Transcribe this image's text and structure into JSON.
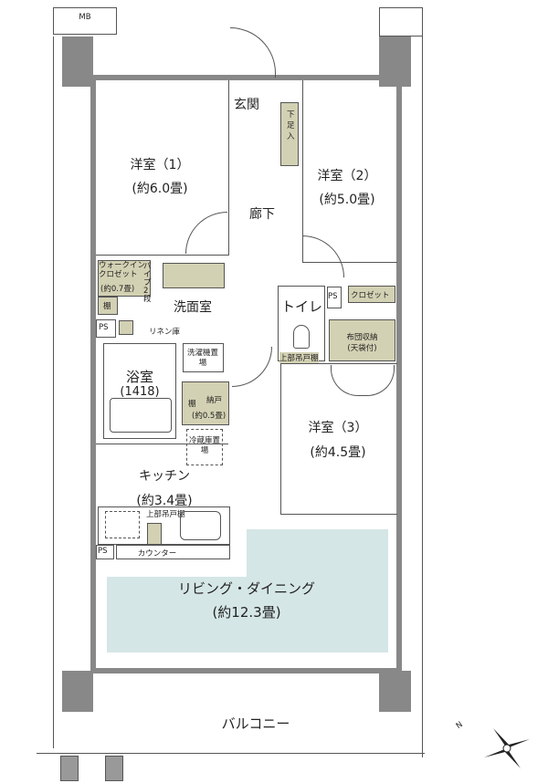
{
  "labels": {
    "mb": "MB",
    "entrance": "玄関",
    "shoe_storage": "下足入",
    "room1_name": "洋室（1）",
    "room1_size": "(約6.0畳)",
    "room2_name": "洋室（2）",
    "room2_size": "(約5.0畳)",
    "corridor": "廊下",
    "walkin_closet": "ウォークイン\nクロゼット",
    "walkin_size": "(約0.7畳)",
    "pipe_space": "パイプ2段",
    "shelf": "棚",
    "washroom": "洗面室",
    "ps": "PS",
    "linen": "リネン庫",
    "laundry": "洗濯機置場",
    "bath_name": "浴室",
    "bath_size": "(1418)",
    "toilet": "トイレ",
    "toilet_shelf": "上部吊戸棚",
    "closet": "クロゼット",
    "futon_storage": "布団収納",
    "futon_note": "(天袋付)",
    "pantry_shelf": "棚",
    "pantry": "納戸",
    "pantry_size": "(約0.5畳)",
    "fridge": "冷蔵庫置場",
    "room3_name": "洋室（3）",
    "room3_size": "(約4.5畳)",
    "kitchen_name": "キッチン",
    "kitchen_size": "(約3.4畳)",
    "kitchen_upper_shelf": "上部吊戸棚",
    "counter": "カウンター",
    "ldk_name": "リビング・ダイニング",
    "ldk_size": "(約12.3畳)",
    "balcony": "バルコニー",
    "north": "N"
  },
  "colors": {
    "ldk_fill": "#d5e6e6",
    "storage_fill": "#d3d1b3",
    "wall": "#888888"
  }
}
